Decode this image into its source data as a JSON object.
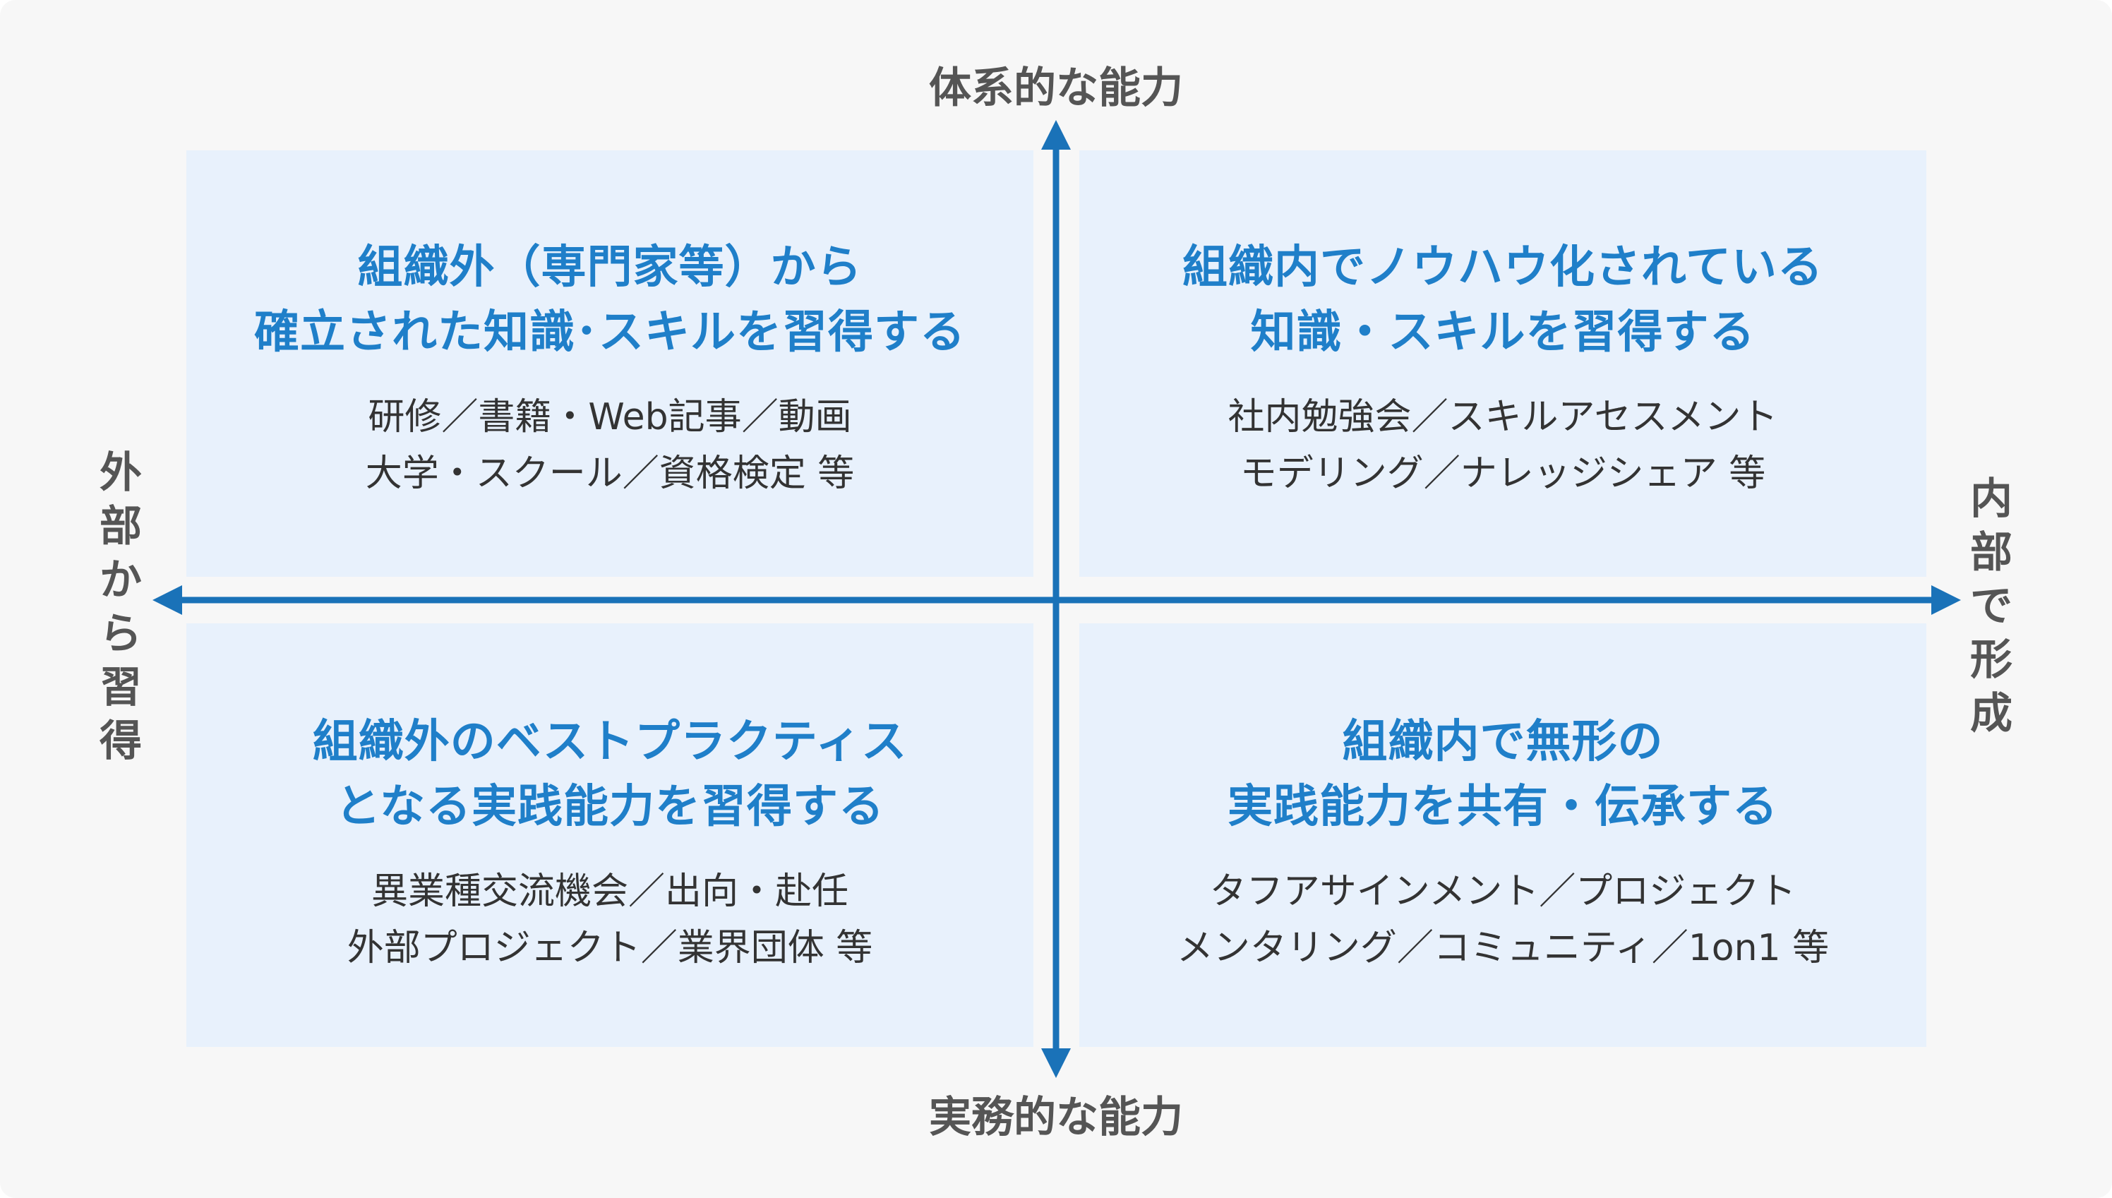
{
  "axes": {
    "top": "体系的な能力",
    "bottom": "実務的な能力",
    "left": "外\n部\nか\nら\n習\n得",
    "right": "内\n部\nで\n形\n成"
  },
  "quadrants": {
    "top_left": {
      "title": "組織外（専門家等）から\n確立された知識･スキルを習得する",
      "description": "研修／書籍・Web記事／動画\n大学・スクール／資格検定 等"
    },
    "top_right": {
      "title": "組織内でノウハウ化されている\n知識・スキルを習得する",
      "description": "社内勉強会／スキルアセスメント\nモデリング／ナレッジシェア 等"
    },
    "bottom_left": {
      "title": "組織外のベストプラクティス\nとなる実践能力を習得する",
      "description": "異業種交流機会／出向・赴任\n外部プロジェクト／業界団体 等"
    },
    "bottom_right": {
      "title": "組織内で無形の\n実践能力を共有・伝承する",
      "description": "タフアサインメント／プロジェクト\nメンタリング／コミュニティ／1on1 等"
    }
  },
  "colors": {
    "background": "#f7f7f7",
    "quadrant_fill": "#e8f1fc",
    "accent_blue": "#1f7fc9",
    "axis_blue": "#1a72b8",
    "axis_label_gray": "#555555",
    "body_text": "#333333"
  }
}
